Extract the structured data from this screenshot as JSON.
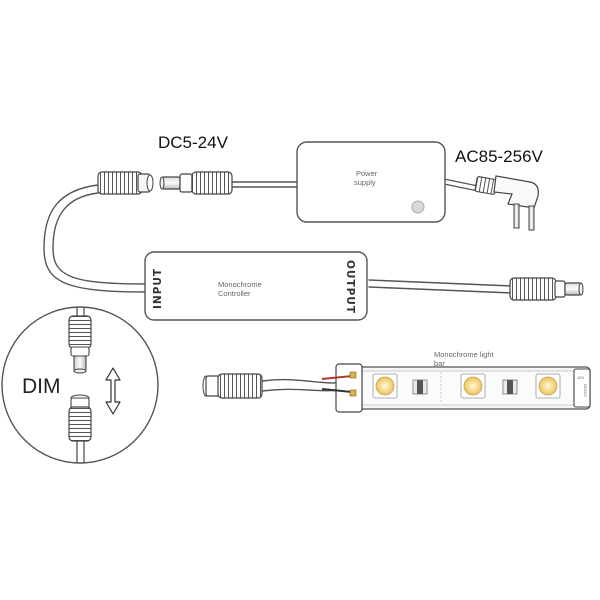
{
  "labels": {
    "dc_input": "DC5-24V",
    "ac_input": "AC85-256V",
    "power_supply_line1": "Power",
    "power_supply_line2": "supply",
    "controller_line1": "Monochrome",
    "controller_line2": "Controller",
    "input_port": "INPUT",
    "output_port": "OUTPUT",
    "light_bar_line1": "Monochrome light",
    "light_bar_line2": "bar",
    "dim": "DIM",
    "strip_marking_1": "12V",
    "strip_marking_2": "DC12V"
  },
  "colors": {
    "outline": "#555555",
    "led_yellow": "#f3d37a",
    "led_core": "#fff7da",
    "strip_red": "#b33a2e"
  },
  "icons": {
    "arrow": "double-arrow-up-down",
    "plug": "ac-plug"
  }
}
